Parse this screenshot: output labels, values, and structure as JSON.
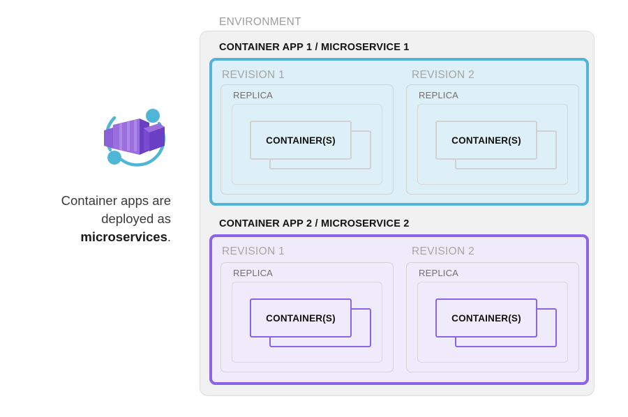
{
  "caption": {
    "line1": "Container apps are",
    "line2": "deployed as",
    "line3_strong": "microservices",
    "line3_end": "."
  },
  "icon": {
    "name": "azure-container-apps-icon",
    "colors": {
      "purple_dark": "#6b3fc4",
      "purple_mid": "#8c5fd6",
      "purple_light": "#a37de0",
      "teal": "#50b6d8"
    }
  },
  "environment": {
    "label": "ENVIRONMENT",
    "fill": "#f1f1f1",
    "border": "#dcdcdc"
  },
  "apps": [
    {
      "title": "CONTAINER APP 1 / MICROSERVICE 1",
      "accent": "#53b3d8",
      "fill": "#ddeff7",
      "revisions": [
        {
          "label": "REVISION 1",
          "replica_label": "REPLICA",
          "container_label": "CONTAINER(S)"
        },
        {
          "label": "REVISION 2",
          "replica_label": "REPLICA",
          "container_label": "CONTAINER(S)"
        }
      ]
    },
    {
      "title": "CONTAINER APP 2 / MICROSERVICE 2",
      "accent": "#8b63e8",
      "fill": "#efebfa",
      "revisions": [
        {
          "label": "REVISION 1",
          "replica_label": "REPLICA",
          "container_label": "CONTAINER(S)"
        },
        {
          "label": "REVISION 2",
          "replica_label": "REPLICA",
          "container_label": "CONTAINER(S)"
        }
      ]
    }
  ]
}
